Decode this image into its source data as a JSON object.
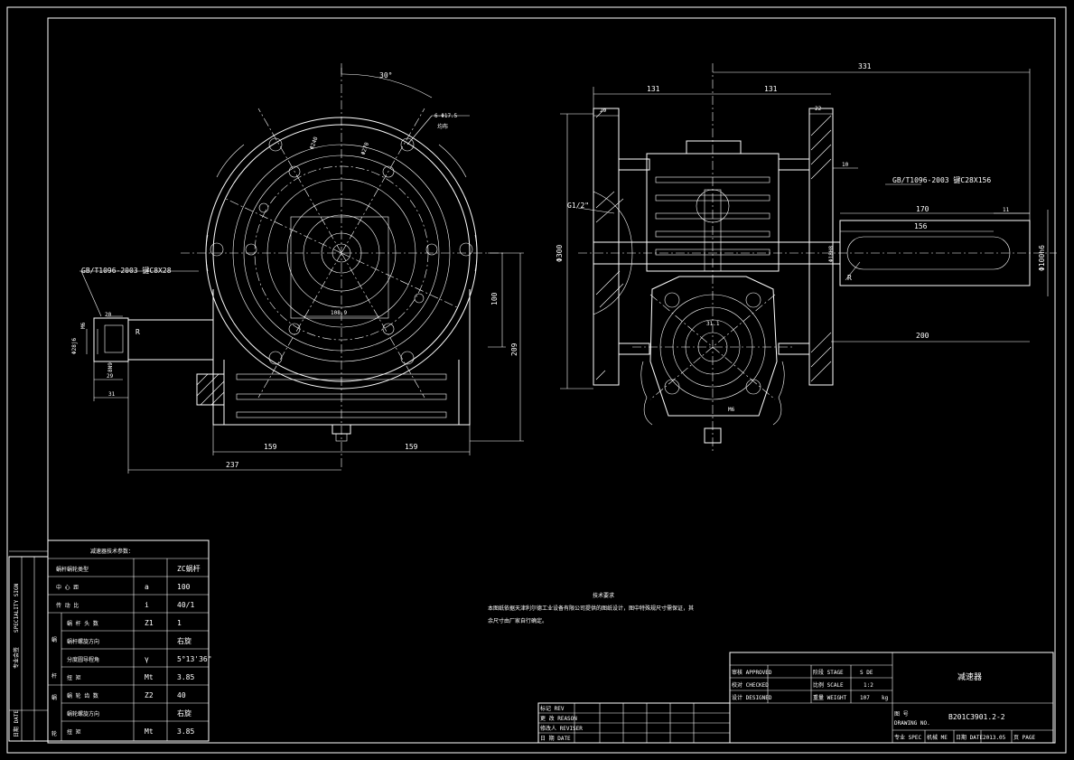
{
  "colors": {
    "background": "#000000",
    "lines": "#ffffff"
  },
  "front_view": {
    "angle_label": "30°",
    "holes_label": "6-Φ17.5",
    "holes_sub": "均布",
    "dia_240": "Φ240",
    "dia_270": "Φ270",
    "std_label": "GB/T1096-2003 键C8X28",
    "dim_100": "100",
    "dim_209": "209",
    "dim_108": "108.9",
    "dim_159a": "159",
    "dim_159b": "159",
    "dim_237": "237",
    "dim_20": "20",
    "dim_29": "29",
    "dim_31": "31",
    "dim_m6": "M6",
    "dim_28j6": "Φ28j6",
    "dim_8n9": "8N9",
    "dim_r": "R"
  },
  "side_view": {
    "dim_331": "331",
    "dim_131a": "131",
    "dim_131b": "131",
    "dim_29": "29",
    "dim_22": "22",
    "dim_10": "10",
    "g_thread": "G1/2\"",
    "dia_300": "Φ300",
    "std_label": "GB/T1096-2003 键C28X156",
    "dim_170": "170",
    "dim_156": "156",
    "dim_11": "11",
    "dim_100h6": "Φ100h6",
    "dim_200": "200",
    "dim_r": "R",
    "dim_m6": "M6",
    "dim_31": "31.1",
    "dim_18": "Φ18H8"
  },
  "params_table": {
    "title": "减速器技术参数：",
    "rows": [
      {
        "label": "蜗杆蜗轮类型",
        "sym": "",
        "val": "ZC蜗杆"
      },
      {
        "label": "中  心  距",
        "sym": "a",
        "val": "100"
      },
      {
        "label": "传  动  比",
        "sym": "i",
        "val": "40/1"
      },
      {
        "label": "蜗 杆 头 数",
        "sym": "Z1",
        "val": "1"
      },
      {
        "label": "蜗杆螺旋方向",
        "sym": "",
        "val": "右旋"
      },
      {
        "label": "分度圆导程角",
        "sym": "γ",
        "val": "5°13'36\""
      },
      {
        "label": "扭   矩",
        "sym": "Mt",
        "val": "3.85"
      },
      {
        "label": "蜗 轮 齿 数",
        "sym": "Z2",
        "val": "40"
      },
      {
        "label": "蜗轮螺旋方向",
        "sym": "",
        "val": "右旋"
      },
      {
        "label": "扭   矩",
        "sym": "Mt",
        "val": "3.85"
      }
    ],
    "side_labels": [
      "蜗",
      "杆",
      "蜗",
      "轮"
    ]
  },
  "left_strip": {
    "label": "SPECIALITY SIGN",
    "small1": "专业会签",
    "small2": "日期 DATE"
  },
  "tech_notes": {
    "title": "技术要求",
    "line1": "本图纸依据天津利尔德工业设备有限公司提供的图纸设计，图中特殊规尺寸需保证，其",
    "line2": "余尺寸由厂家自行确定。"
  },
  "revision_block": {
    "rows": [
      "标记 REV",
      "更 改 REASON",
      "修改人 REVISER",
      "日 期 DATE"
    ]
  },
  "title_block": {
    "approved": "审核 APPROVED",
    "checked": "校对 CHECKED",
    "designed": "设计 DESIGNED",
    "stage_label": "阶段 STAGE",
    "stage_val": "S DE",
    "scale_label": "比例 SCALE",
    "scale_val": "1:2",
    "weight_label": "重量 WEIGHT",
    "weight_val": "107",
    "weight_unit": "kg",
    "name": "减速器",
    "drawing_no_label": "图 号",
    "drawing_no_sub": "DRAWING NO.",
    "drawing_no": "B201C3901.2-2",
    "spec_label": "专业 SPEC",
    "spec_val": "机械 ME",
    "date_label": "日期 DATE",
    "date_val": "2013.05",
    "page_label": "页 PAGE"
  }
}
